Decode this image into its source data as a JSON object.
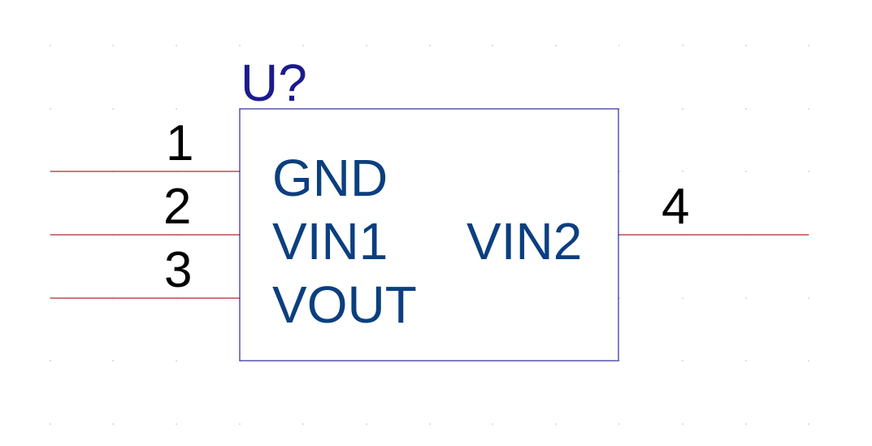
{
  "component": {
    "reference": "U?",
    "colors": {
      "pin_line": "#b4282e",
      "body_outline": "#2a2aa0",
      "reference_text": "#1b1b8c",
      "pin_number_text": "#000000",
      "pin_name_text": "#0b3f7f",
      "grid_dot": "#c8c8c8",
      "background": "#ffffff"
    },
    "pins": [
      {
        "number": "1",
        "name": "GND"
      },
      {
        "number": "2",
        "name": "VIN1"
      },
      {
        "number": "3",
        "name": "VOUT"
      },
      {
        "number": "4",
        "name": "VIN2"
      }
    ]
  }
}
